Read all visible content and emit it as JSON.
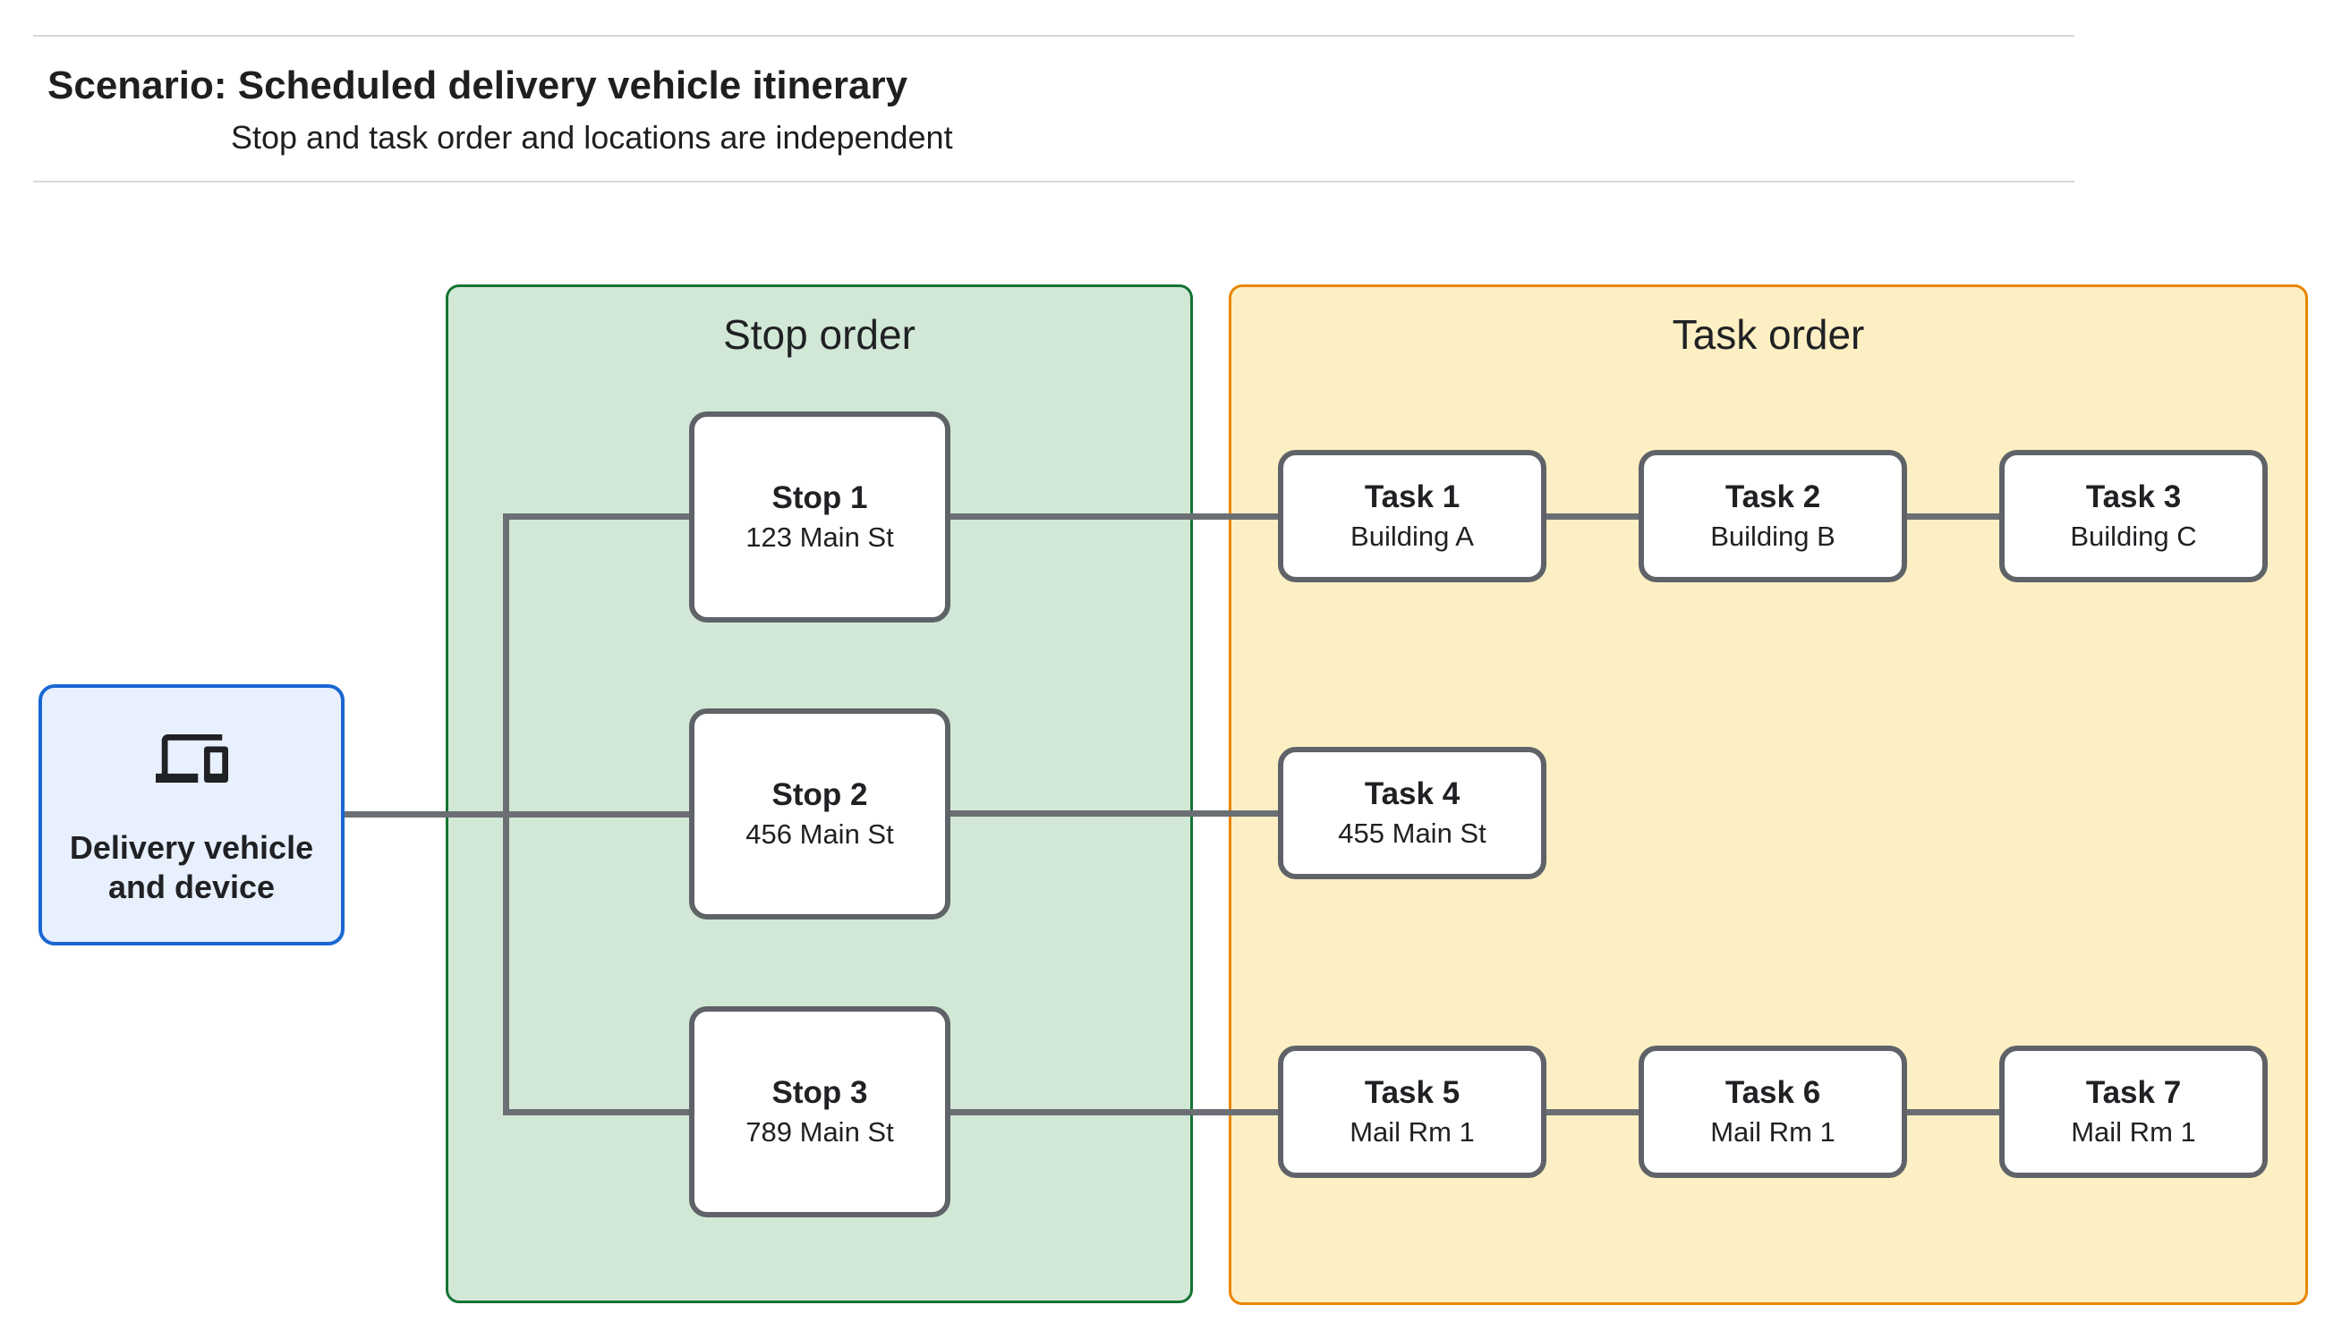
{
  "header": {
    "title": "Scenario: Scheduled delivery vehicle itinerary",
    "subtitle": "Stop and task order and locations are independent"
  },
  "source": {
    "label": "Delivery vehicle and device",
    "icon": "devices-icon"
  },
  "stop_group": {
    "title": "Stop order",
    "stops": [
      {
        "name": "Stop 1",
        "location": "123 Main St"
      },
      {
        "name": "Stop 2",
        "location": "456 Main St"
      },
      {
        "name": "Stop 3",
        "location": "789 Main St"
      }
    ]
  },
  "task_group": {
    "title": "Task order",
    "tasks": [
      {
        "name": "Task 1",
        "location": "Building A"
      },
      {
        "name": "Task 2",
        "location": "Building B"
      },
      {
        "name": "Task 3",
        "location": "Building C"
      },
      {
        "name": "Task 4",
        "location": "455 Main St"
      },
      {
        "name": "Task 5",
        "location": "Mail Rm 1"
      },
      {
        "name": "Task 6",
        "location": "Mail Rm 1"
      },
      {
        "name": "Task 7",
        "location": "Mail Rm 1"
      }
    ]
  },
  "colors": {
    "source_fill": "#E8F0FE",
    "source_border": "#1967D2",
    "stop_group_fill": "#D2E8D6",
    "stop_group_border": "#137333",
    "task_group_fill": "#FCEFC3",
    "task_group_border": "#EA8600",
    "node_border": "#5F6368",
    "connector": "#6B6F73",
    "divider": "#D8D8D8",
    "text": "#202124"
  }
}
